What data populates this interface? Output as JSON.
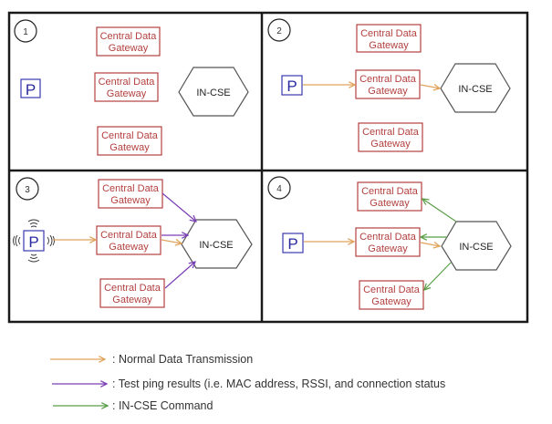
{
  "colors": {
    "gateway": "#b3403f",
    "p_device": "#3a3ab0",
    "normal_data": "#e0a35c",
    "test_ping": "#7a3fb5",
    "in_cse_command": "#5a9e48",
    "frame": "#1a1a1a"
  },
  "labels": {
    "gateway_line1": "Central Data",
    "gateway_line2": "Gateway",
    "in_cse": "IN-CSE",
    "p": "P"
  },
  "panels": [
    {
      "number": "1",
      "description": "Idle state: no data flow"
    },
    {
      "number": "2",
      "description": "Normal data transmission via middle gateway"
    },
    {
      "number": "3",
      "description": "Test ping results from all gateways"
    },
    {
      "number": "4",
      "description": "IN-CSE commands to gateways"
    }
  ],
  "legend": [
    {
      "color_key": "normal_data",
      "label": ": Normal Data Transmission"
    },
    {
      "color_key": "test_ping",
      "label": ": Test ping results (i.e. MAC address, RSSI, and connection status"
    },
    {
      "color_key": "in_cse_command",
      "label": ": IN-CSE Command"
    }
  ]
}
